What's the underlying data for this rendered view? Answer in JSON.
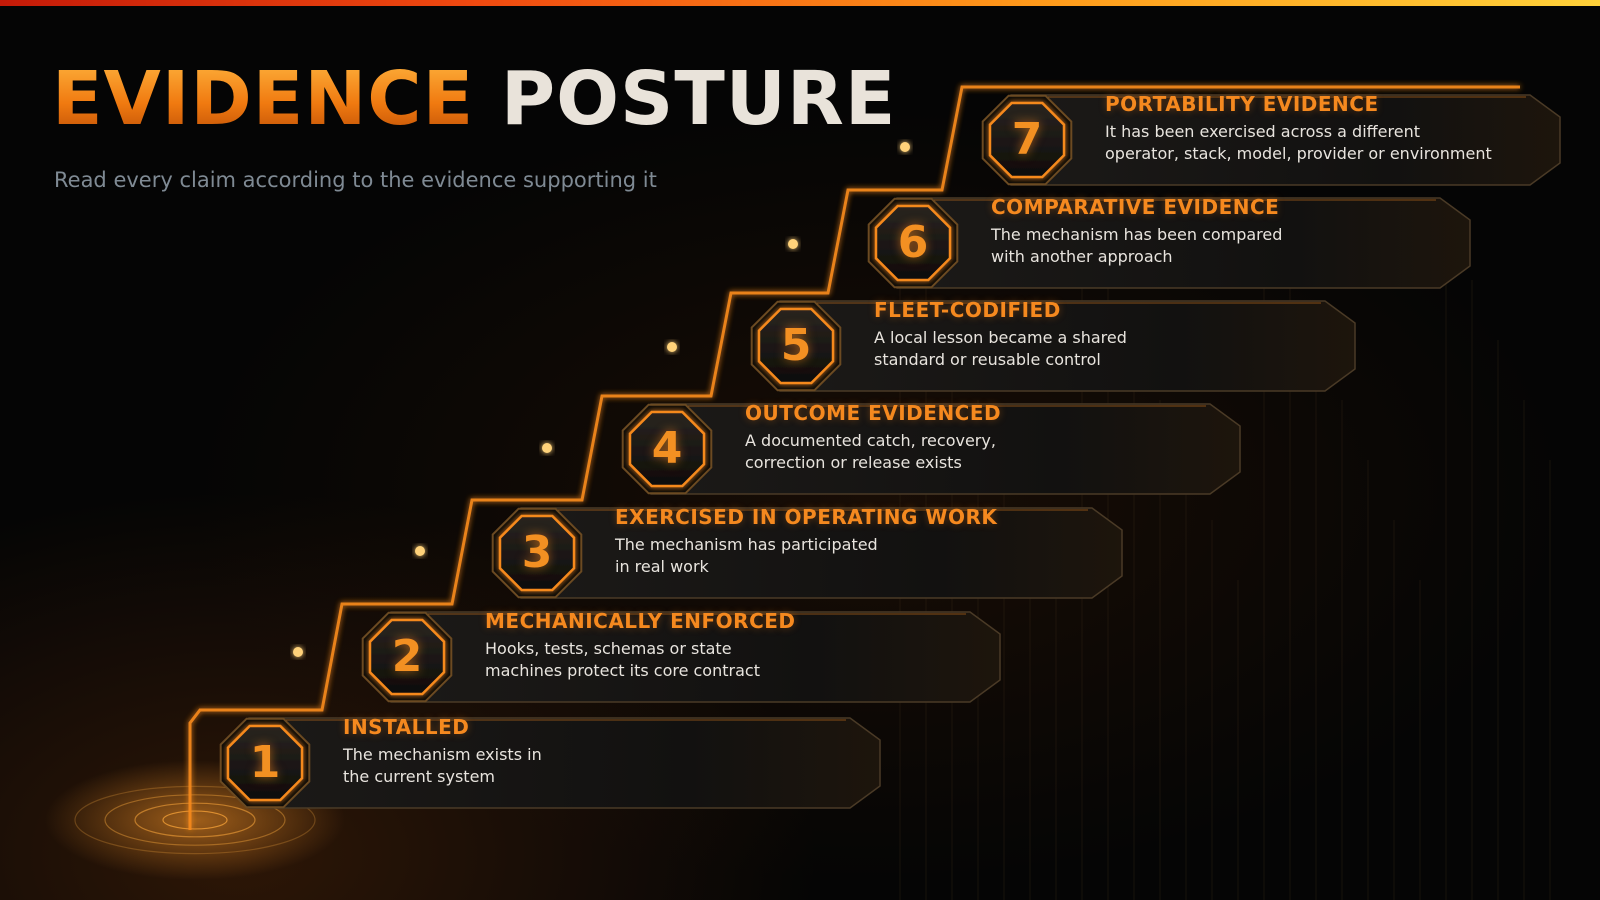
{
  "title": {
    "accent": "EVIDENCE",
    "main": "POSTURE"
  },
  "subtitle": "Read every claim according to the evidence supporting it",
  "steps": [
    {
      "number": "1",
      "title": "INSTALLED",
      "desc_line1": "The mechanism exists in",
      "desc_line2": "the current system"
    },
    {
      "number": "2",
      "title": "MECHANICALLY ENFORCED",
      "desc_line1": "Hooks, tests, schemas or state",
      "desc_line2": "machines protect its core contract"
    },
    {
      "number": "3",
      "title": "EXERCISED IN OPERATING WORK",
      "desc_line1": "The mechanism has participated",
      "desc_line2": "in real work"
    },
    {
      "number": "4",
      "title": "OUTCOME EVIDENCED",
      "desc_line1": "A documented catch, recovery,",
      "desc_line2": "correction or release exists"
    },
    {
      "number": "5",
      "title": "FLEET-CODIFIED",
      "desc_line1": "A local lesson became a shared",
      "desc_line2": "standard or reusable control"
    },
    {
      "number": "6",
      "title": "COMPARATIVE EVIDENCE",
      "desc_line1": "The mechanism has been compared",
      "desc_line2": "with another approach"
    },
    {
      "number": "7",
      "title": "PORTABILITY EVIDENCE",
      "desc_line1": "It has been exercised across a different",
      "desc_line2": "operator, stack, model, provider or environment"
    }
  ],
  "colors": {
    "accent": "#f5891f",
    "glow": "#ffb347",
    "background": "#050505",
    "panel": "#121110",
    "text": "#e8e4de",
    "subtitle": "#7f8a94"
  },
  "icons": {
    "badge": "octagon-badge-icon",
    "connector": "glowing-node-icon"
  }
}
